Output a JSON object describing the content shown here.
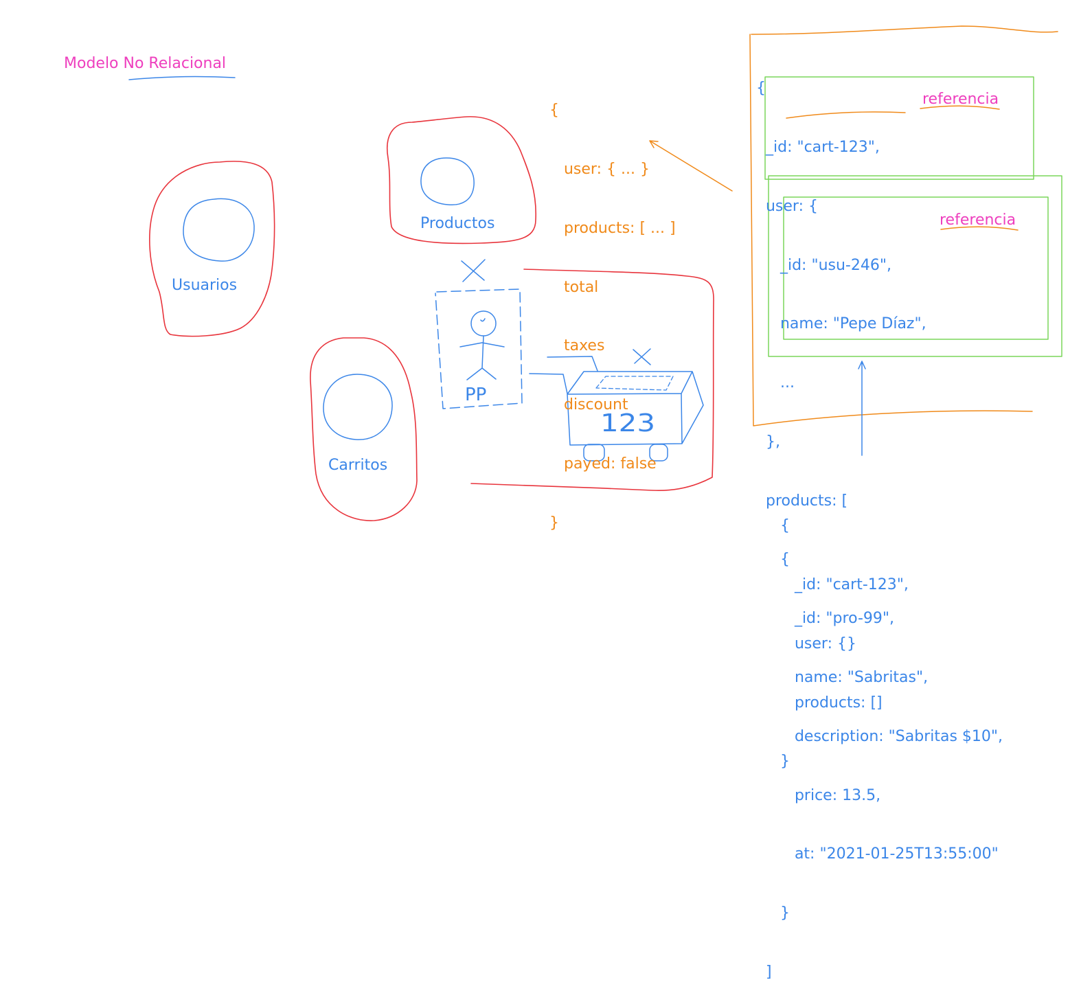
{
  "title": "Modelo No Relacional",
  "collections": {
    "usuarios": "Usuarios",
    "productos": "Productos",
    "carritos": "Carritos"
  },
  "sketch": {
    "user_initials": "PP",
    "cart_number": "123"
  },
  "cart_schema_lines": [
    "{",
    "   user: { ... }",
    "   products: [ ... ]",
    "   total",
    "   taxes",
    "   discount",
    "   payed: false",
    "}"
  ],
  "cart_document_lines": [
    "{",
    "  _id: \"cart-123\",",
    "  user: {",
    "     _id: \"usu-246\",",
    "     name: \"Pepe Díaz\",",
    "     ...",
    "  },",
    "  products: [",
    "     {",
    "        _id: \"pro-99\",",
    "        name: \"Sabritas\",",
    "        description: \"Sabritas $10\",",
    "        price: 13.5,",
    "        at: \"2021-01-25T13:55:00\"",
    "     }",
    "  ]"
  ],
  "reference_labels": [
    "referencia",
    "referencia"
  ],
  "cart_reference_lines": [
    "{",
    "   _id: \"cart-123\",",
    "   user: {}",
    "   products: []",
    "}"
  ],
  "colors": {
    "blue": "#3b86e8",
    "red": "#e8343c",
    "orange": "#f08a1a",
    "green": "#7ad65a",
    "pink": "#ee3fbe"
  }
}
